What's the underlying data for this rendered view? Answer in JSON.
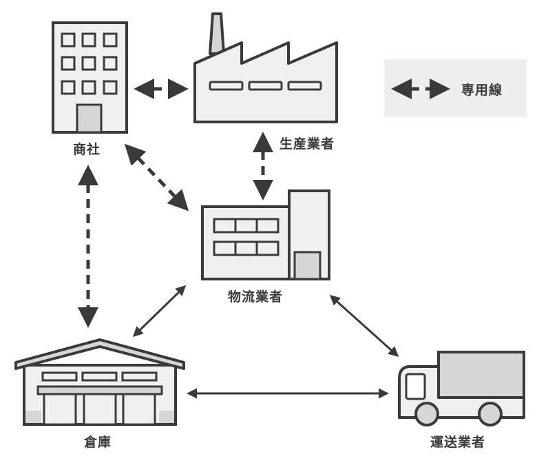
{
  "nodes": {
    "trading_company": {
      "label": "商社"
    },
    "producer": {
      "label": "生産業者"
    },
    "logistics": {
      "label": "物流業者"
    },
    "warehouse": {
      "label": "倉庫"
    },
    "transport": {
      "label": "運送業者"
    }
  },
  "legend": {
    "label": "専用線"
  },
  "colors": {
    "stroke": "#3a3a3a",
    "fill": "#f0f0f0",
    "mid": "#d6d6d6",
    "legend_bg": "#eeeeee"
  }
}
